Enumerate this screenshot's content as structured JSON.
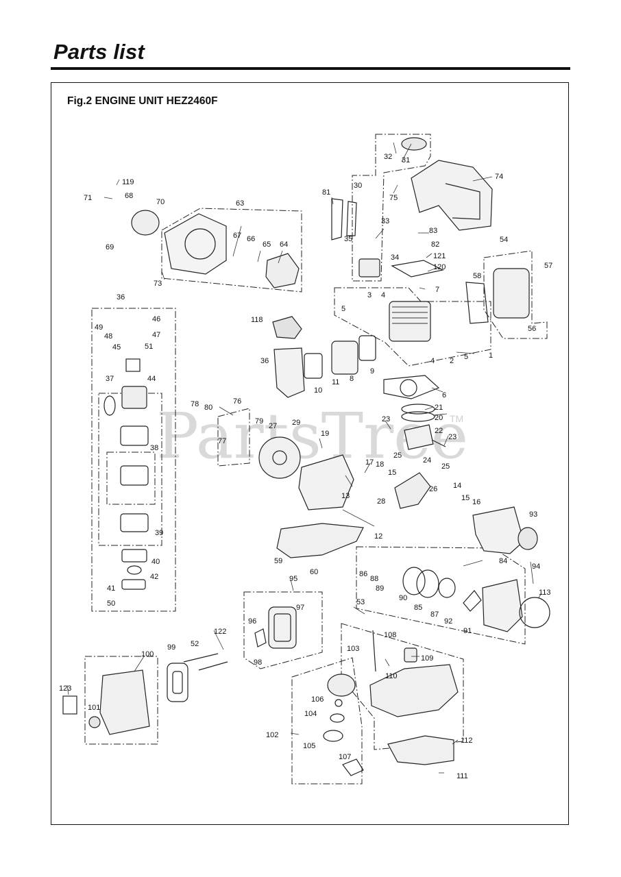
{
  "page": {
    "title": "Parts list"
  },
  "figure": {
    "title": "Fig.2 ENGINE UNIT  HEZ2460F"
  },
  "watermark": {
    "text": "PartsTree",
    "trademark": "TM"
  },
  "callouts": [
    "1",
    "2",
    "3",
    "4",
    "5",
    "6",
    "7",
    "8",
    "9",
    "10",
    "11",
    "12",
    "13",
    "14",
    "15",
    "16",
    "17",
    "18",
    "19",
    "20",
    "21",
    "22",
    "23",
    "24",
    "25",
    "26",
    "27",
    "28",
    "29",
    "30",
    "31",
    "32",
    "33",
    "34",
    "35",
    "36",
    "37",
    "38",
    "39",
    "40",
    "41",
    "42",
    "44",
    "45",
    "46",
    "47",
    "48",
    "49",
    "50",
    "51",
    "52",
    "53",
    "54",
    "56",
    "57",
    "58",
    "59",
    "60",
    "63",
    "64",
    "65",
    "66",
    "67",
    "68",
    "69",
    "70",
    "71",
    "73",
    "74",
    "75",
    "76",
    "77",
    "78",
    "79",
    "80",
    "81",
    "82",
    "83",
    "84",
    "85",
    "86",
    "87",
    "88",
    "89",
    "90",
    "91",
    "92",
    "93",
    "94",
    "95",
    "96",
    "97",
    "98",
    "99",
    "100",
    "101",
    "102",
    "103",
    "104",
    "105",
    "106",
    "107",
    "108",
    "109",
    "110",
    "111",
    "112",
    "113",
    "118",
    "119",
    "120",
    "121",
    "122",
    "123"
  ]
}
